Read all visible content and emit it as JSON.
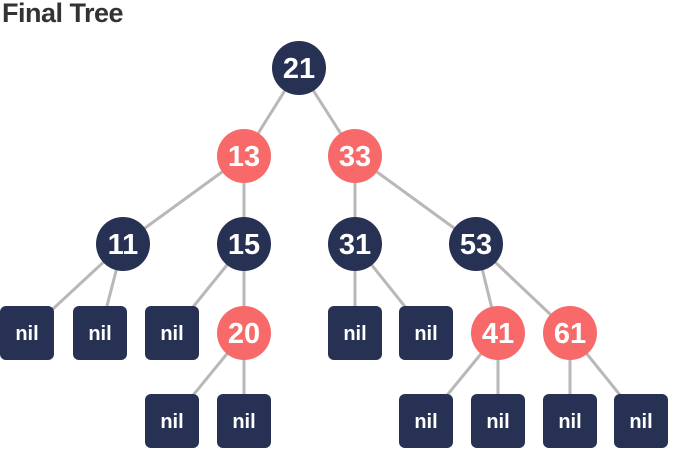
{
  "title": "Final Tree",
  "colors": {
    "black": "#263153",
    "red": "#f86a6a",
    "edge": "#b8b8b8"
  },
  "nodes": [
    {
      "id": "n21",
      "label": "21",
      "color": "black",
      "kind": "node",
      "parent": null
    },
    {
      "id": "n13",
      "label": "13",
      "color": "red",
      "kind": "node",
      "parent": "n21"
    },
    {
      "id": "n33",
      "label": "33",
      "color": "red",
      "kind": "node",
      "parent": "n21"
    },
    {
      "id": "n11",
      "label": "11",
      "color": "black",
      "kind": "node",
      "parent": "n13"
    },
    {
      "id": "n15",
      "label": "15",
      "color": "black",
      "kind": "node",
      "parent": "n13"
    },
    {
      "id": "n31",
      "label": "31",
      "color": "black",
      "kind": "node",
      "parent": "n33"
    },
    {
      "id": "n53",
      "label": "53",
      "color": "black",
      "kind": "node",
      "parent": "n33"
    },
    {
      "id": "nil1",
      "label": "nil",
      "color": "black",
      "kind": "nil",
      "parent": "n11"
    },
    {
      "id": "nil2",
      "label": "nil",
      "color": "black",
      "kind": "nil",
      "parent": "n11"
    },
    {
      "id": "nil3",
      "label": "nil",
      "color": "black",
      "kind": "nil",
      "parent": "n15"
    },
    {
      "id": "n20",
      "label": "20",
      "color": "red",
      "kind": "node",
      "parent": "n15"
    },
    {
      "id": "nil4",
      "label": "nil",
      "color": "black",
      "kind": "nil",
      "parent": "n31"
    },
    {
      "id": "nil5",
      "label": "nil",
      "color": "black",
      "kind": "nil",
      "parent": "n31"
    },
    {
      "id": "n41",
      "label": "41",
      "color": "red",
      "kind": "node",
      "parent": "n53"
    },
    {
      "id": "n61",
      "label": "61",
      "color": "red",
      "kind": "node",
      "parent": "n53"
    },
    {
      "id": "nil6",
      "label": "nil",
      "color": "black",
      "kind": "nil",
      "parent": "n20"
    },
    {
      "id": "nil7",
      "label": "nil",
      "color": "black",
      "kind": "nil",
      "parent": "n20"
    },
    {
      "id": "nil8",
      "label": "nil",
      "color": "black",
      "kind": "nil",
      "parent": "n41"
    },
    {
      "id": "nil9",
      "label": "nil",
      "color": "black",
      "kind": "nil",
      "parent": "n41"
    },
    {
      "id": "nil10",
      "label": "nil",
      "color": "black",
      "kind": "nil",
      "parent": "n61"
    },
    {
      "id": "nil11",
      "label": "nil",
      "color": "black",
      "kind": "nil",
      "parent": "n61"
    }
  ]
}
